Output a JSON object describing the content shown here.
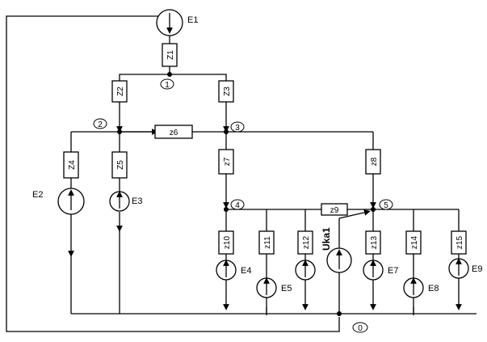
{
  "impedances": {
    "z1": "Z1",
    "z2": "Z2",
    "z3": "Z3",
    "z4": "Z4",
    "z5": "Z5",
    "z6": "z6",
    "z7": "z7",
    "z8": "z8",
    "z9": "z9",
    "z10": "z10",
    "z11": "z11",
    "z12": "z12",
    "z13": "z13",
    "z14": "z14",
    "z15": "z15"
  },
  "sources": {
    "e1": "E1",
    "e2": "E2",
    "e3": "E3",
    "e4": "E4",
    "e5": "E5",
    "e7": "E7",
    "e8": "E8",
    "e9": "E9",
    "uka1": "Uka1"
  },
  "nodes": {
    "n0": "0",
    "n1": "1",
    "n2": "2",
    "n3": "3",
    "n4": "4",
    "n5": "5"
  }
}
